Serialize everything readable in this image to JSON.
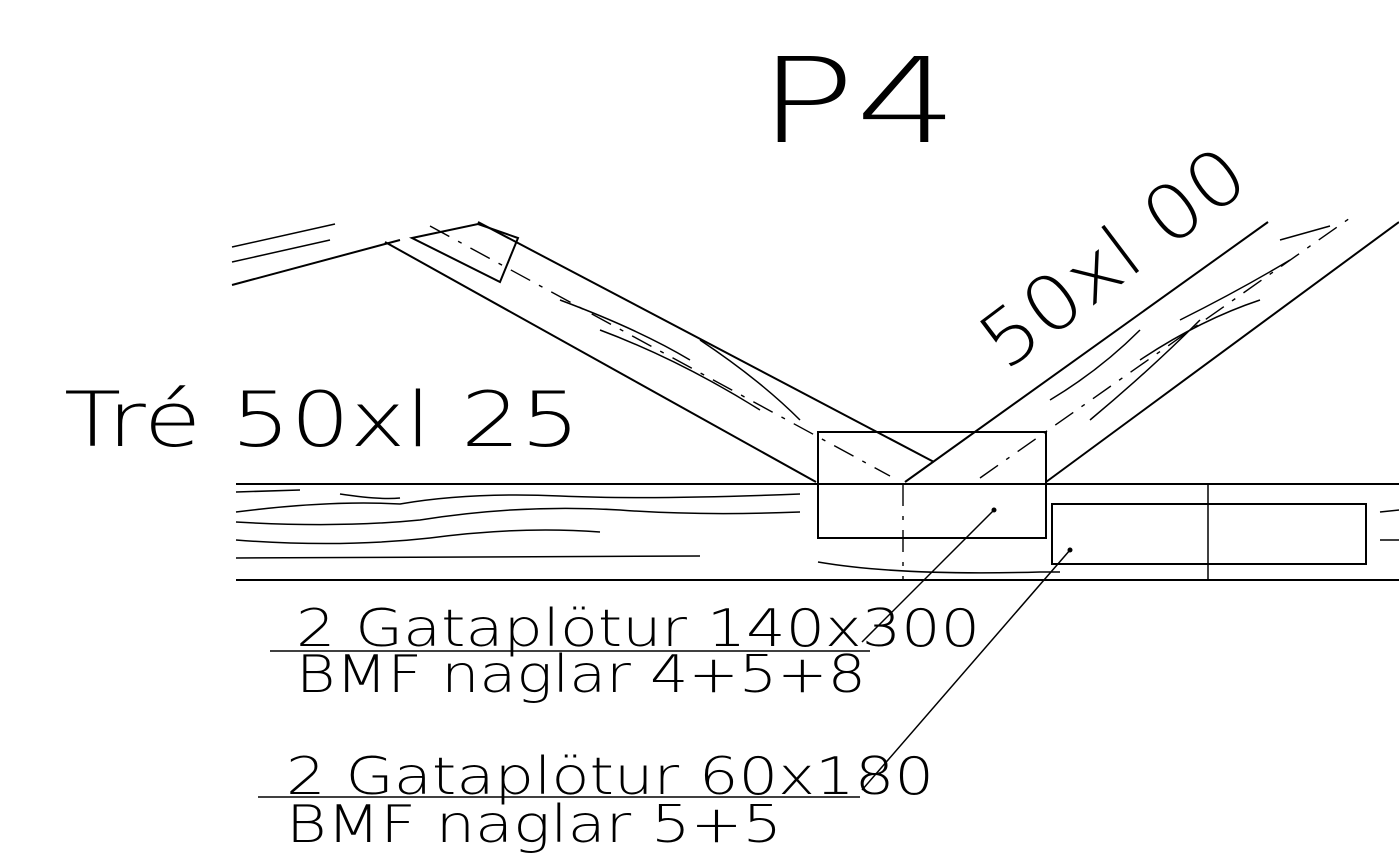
{
  "drawing": {
    "node_label": "P4",
    "diagonal_label": "50xl 00",
    "chord_label": "Tré 50xl 25",
    "plate_1": {
      "line1": "2 Gataplötur 140x300",
      "line2": "BMF naglar 4+5+8"
    },
    "plate_2": {
      "line1": "2 Gataplötur 60x180",
      "line2": "BMF naglar 5+5"
    },
    "colors": {
      "ink": "#000000",
      "paper": "#ffffff"
    }
  }
}
